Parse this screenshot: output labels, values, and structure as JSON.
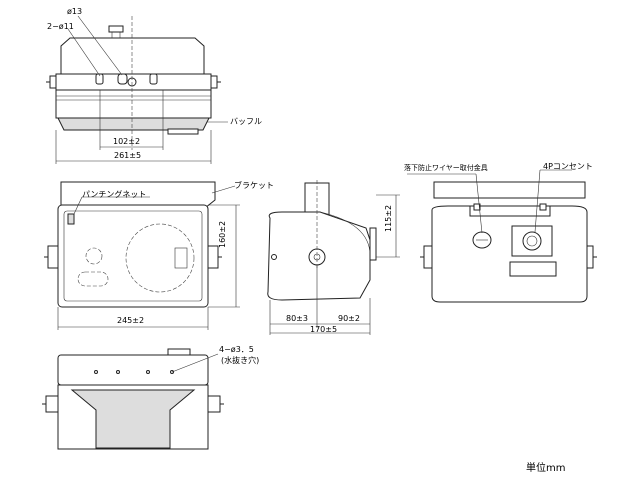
{
  "labels": {
    "hole_diam": "ø13",
    "holes_2": "2−ø11",
    "baffle": "バッフル",
    "bracket": "ブラケット",
    "punching_net": "パンチングネット",
    "fall_wire": "落下防止ワイヤー取付金具",
    "connector": "4Pコンセント",
    "holes_4": "4−ø3．5",
    "drain": "(水抜き穴)",
    "unit": "単位mm"
  },
  "dims": {
    "d102": "102±2",
    "d261": "261±5",
    "d245": "245±2",
    "d160": "160±2",
    "d80": "80±3",
    "d90": "90±2",
    "d170": "170±5",
    "d115": "115±2"
  }
}
